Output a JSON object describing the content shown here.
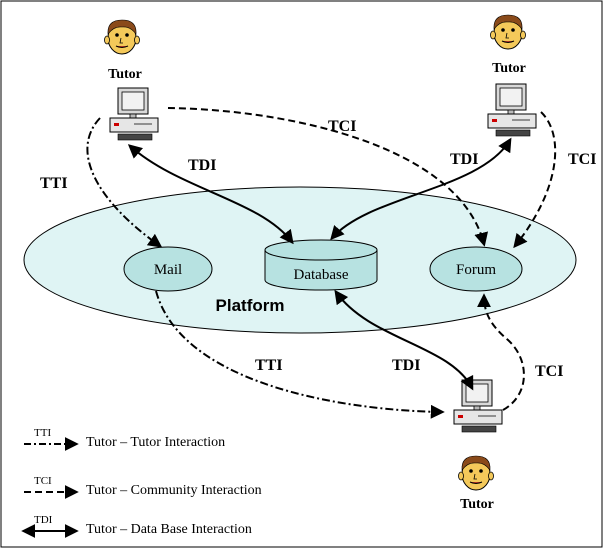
{
  "tutors": [
    "Tutor",
    "Tutor",
    "Tutor"
  ],
  "nodes": {
    "mail": "Mail",
    "database": "Database",
    "forum": "Forum"
  },
  "platform_label": "Platform",
  "edge_labels": {
    "tti_top": "TTI",
    "tdi_top_left": "TDI",
    "tci_top": "TCI",
    "tdi_top_right": "TDI",
    "tci_right": "TCI",
    "tti_bottom": "TTI",
    "tdi_bottom": "TDI",
    "tci_bottom": "TCI"
  },
  "legend": [
    {
      "abbr": "TTI",
      "text": "Tutor – Tutor Interaction"
    },
    {
      "abbr": "TCI",
      "text": "Tutor – Community Interaction"
    },
    {
      "abbr": "TDI",
      "text": "Tutor – Data Base Interaction"
    }
  ],
  "colors": {
    "platform_fill": "#dff4f4",
    "node_fill": "#b7e2e1",
    "ink": "#000000",
    "face": "#f4c95a",
    "hair": "#8a4a1a"
  }
}
